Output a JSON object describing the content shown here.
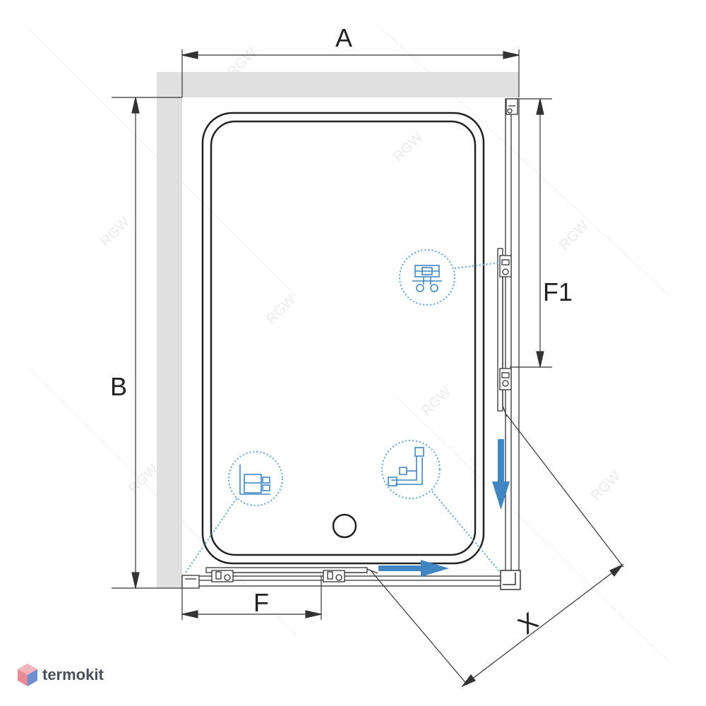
{
  "labels": {
    "A": "A",
    "B": "B",
    "F": "F",
    "F1": "F1",
    "X": "X"
  },
  "watermark": "RGW",
  "brand": {
    "name": "termokit",
    "logo_icon": "hexagon-logo-icon"
  },
  "colors": {
    "line": "#222222",
    "wall": "#e0e0e0",
    "accent": "#3f86c2",
    "callout": "#5fa2d3"
  }
}
